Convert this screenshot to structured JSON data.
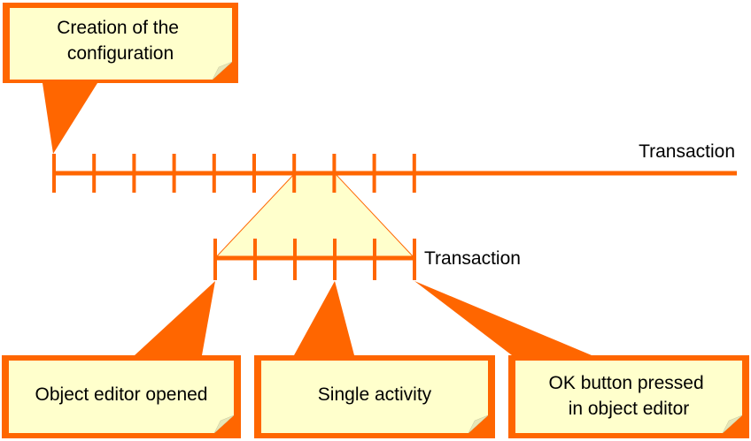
{
  "diagram": {
    "main_timeline": {
      "label": "Transaction",
      "tick_count": 10
    },
    "sub_timeline": {
      "label": "Transaction",
      "tick_count": 6
    },
    "callouts": {
      "top": {
        "lines": [
          "Creation of the",
          "configuration"
        ]
      },
      "bottom_left": {
        "lines": [
          "Object editor opened"
        ]
      },
      "bottom_middle": {
        "lines": [
          "Single activity"
        ]
      },
      "bottom_right": {
        "lines": [
          "OK button pressed",
          "in object editor"
        ]
      }
    },
    "colors": {
      "accent": "#FF6600",
      "note_fill": "#FFFFCC",
      "zoom_fill": "#FFFFCC",
      "fold": "#E6E6B8"
    }
  }
}
